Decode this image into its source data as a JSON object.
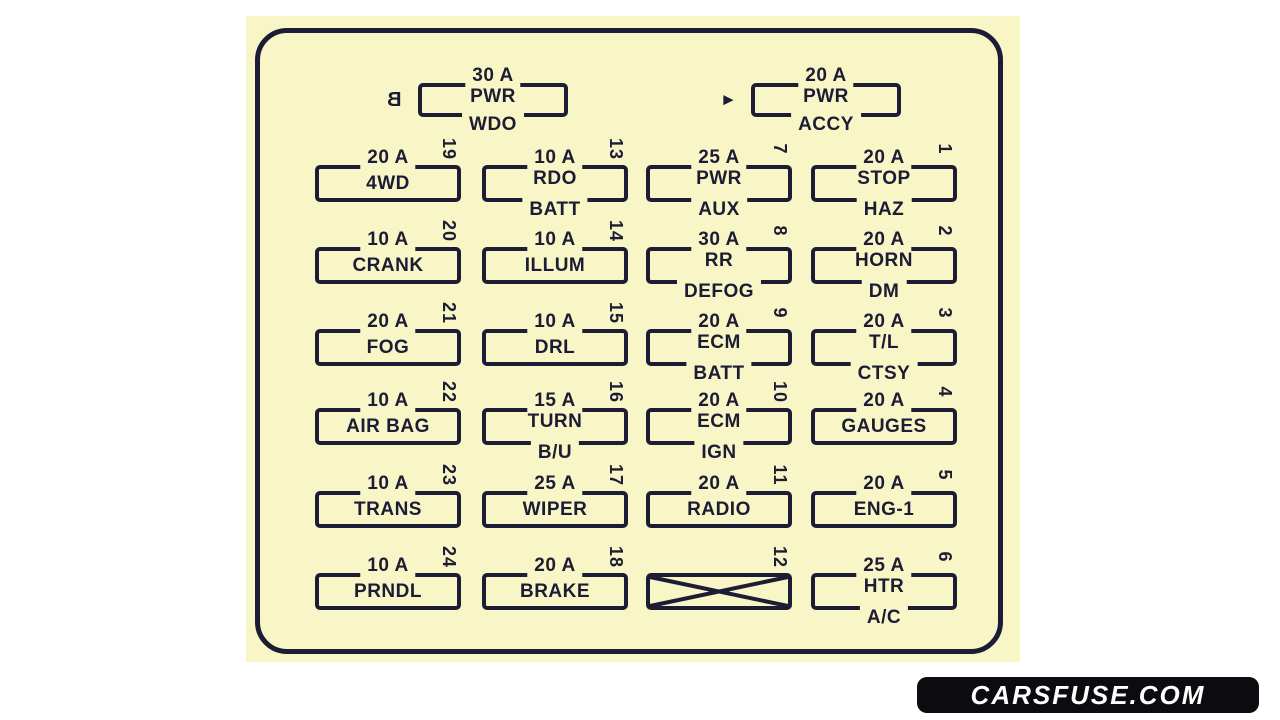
{
  "diagram_type": "instrument-panel-fuse-box",
  "colors": {
    "page_bg": "#ffffff",
    "panel_bg": "#f8f5c6",
    "ink": "#1c1c34",
    "watermark_bg": "#0c0c10",
    "watermark_text": "#ffffff"
  },
  "top_fuses": [
    {
      "marker": "B",
      "marker_type": "letter",
      "amp": "30 A",
      "line1": "PWR",
      "line2": "WDO"
    },
    {
      "marker": "►",
      "marker_type": "arrow-right",
      "amp": "20 A",
      "line1": "PWR",
      "line2": "ACCY"
    }
  ],
  "fuses": [
    {
      "number": "19",
      "amp": "20 A",
      "line1": "4WD",
      "line2": "",
      "row": 0,
      "col": 0,
      "crossed": false
    },
    {
      "number": "13",
      "amp": "10 A",
      "line1": "RDO",
      "line2": "BATT",
      "row": 0,
      "col": 1,
      "crossed": false
    },
    {
      "number": "7",
      "amp": "25 A",
      "line1": "PWR",
      "line2": "AUX",
      "row": 0,
      "col": 2,
      "crossed": false
    },
    {
      "number": "1",
      "amp": "20 A",
      "line1": "STOP",
      "line2": "HAZ",
      "row": 0,
      "col": 3,
      "crossed": false
    },
    {
      "number": "20",
      "amp": "10 A",
      "line1": "CRANK",
      "line2": "",
      "row": 1,
      "col": 0,
      "crossed": false
    },
    {
      "number": "14",
      "amp": "10 A",
      "line1": "ILLUM",
      "line2": "",
      "row": 1,
      "col": 1,
      "crossed": false
    },
    {
      "number": "8",
      "amp": "30 A",
      "line1": "RR",
      "line2": "DEFOG",
      "row": 1,
      "col": 2,
      "crossed": false
    },
    {
      "number": "2",
      "amp": "20 A",
      "line1": "HORN",
      "line2": "DM",
      "row": 1,
      "col": 3,
      "crossed": false
    },
    {
      "number": "21",
      "amp": "20 A",
      "line1": "FOG",
      "line2": "",
      "row": 2,
      "col": 0,
      "crossed": false
    },
    {
      "number": "15",
      "amp": "10 A",
      "line1": "DRL",
      "line2": "",
      "row": 2,
      "col": 1,
      "crossed": false
    },
    {
      "number": "9",
      "amp": "20 A",
      "line1": "ECM",
      "line2": "BATT",
      "row": 2,
      "col": 2,
      "crossed": false
    },
    {
      "number": "3",
      "amp": "20 A",
      "line1": "T/L",
      "line2": "CTSY",
      "row": 2,
      "col": 3,
      "crossed": false
    },
    {
      "number": "22",
      "amp": "10 A",
      "line1": "AIR BAG",
      "line2": "",
      "row": 3,
      "col": 0,
      "crossed": false
    },
    {
      "number": "16",
      "amp": "15 A",
      "line1": "TURN",
      "line2": "B/U",
      "row": 3,
      "col": 1,
      "crossed": false
    },
    {
      "number": "10",
      "amp": "20 A",
      "line1": "ECM",
      "line2": "IGN",
      "row": 3,
      "col": 2,
      "crossed": false
    },
    {
      "number": "4",
      "amp": "20 A",
      "line1": "GAUGES",
      "line2": "",
      "row": 3,
      "col": 3,
      "crossed": false
    },
    {
      "number": "23",
      "amp": "10 A",
      "line1": "TRANS",
      "line2": "",
      "row": 4,
      "col": 0,
      "crossed": false
    },
    {
      "number": "17",
      "amp": "25 A",
      "line1": "WIPER",
      "line2": "",
      "row": 4,
      "col": 1,
      "crossed": false
    },
    {
      "number": "11",
      "amp": "20 A",
      "line1": "RADIO",
      "line2": "",
      "row": 4,
      "col": 2,
      "crossed": false
    },
    {
      "number": "5",
      "amp": "20 A",
      "line1": "ENG-1",
      "line2": "",
      "row": 4,
      "col": 3,
      "crossed": false
    },
    {
      "number": "24",
      "amp": "10 A",
      "line1": "PRNDL",
      "line2": "",
      "row": 5,
      "col": 0,
      "crossed": false
    },
    {
      "number": "18",
      "amp": "20 A",
      "line1": "BRAKE",
      "line2": "",
      "row": 5,
      "col": 1,
      "crossed": false
    },
    {
      "number": "12",
      "amp": "",
      "line1": "",
      "line2": "",
      "row": 5,
      "col": 2,
      "crossed": true
    },
    {
      "number": "6",
      "amp": "25 A",
      "line1": "HTR",
      "line2": "A/C",
      "row": 5,
      "col": 3,
      "crossed": false
    }
  ],
  "watermark": {
    "text": "CARSFUSE.COM"
  }
}
